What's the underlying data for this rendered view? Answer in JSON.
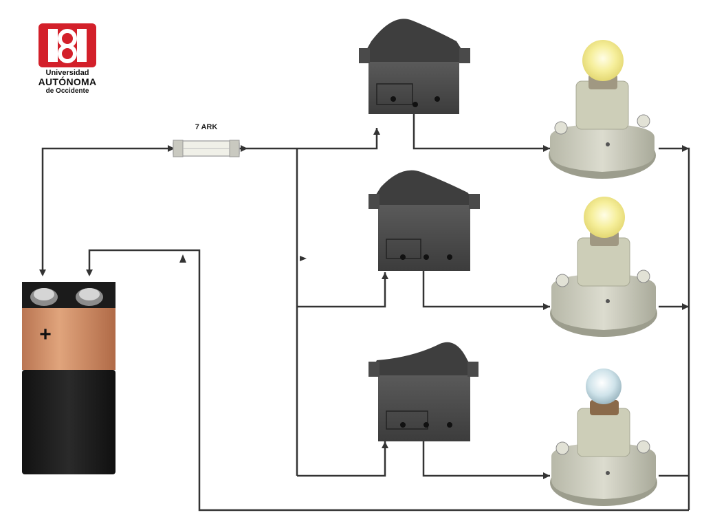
{
  "logo": {
    "line1": "Universidad",
    "line2": "AUTÓNOMA",
    "line3": "de Occidente",
    "color": "#d3202a"
  },
  "diagram": {
    "fuse_label": "7 ARK",
    "battery_sign": "+",
    "wire_color": "#333333",
    "battery_top_color": "#c98a5e",
    "battery_bottom_color": "#1c1c1c",
    "switch_color": "#4a4a4a",
    "lamp_states": [
      "on",
      "on",
      "off"
    ]
  }
}
